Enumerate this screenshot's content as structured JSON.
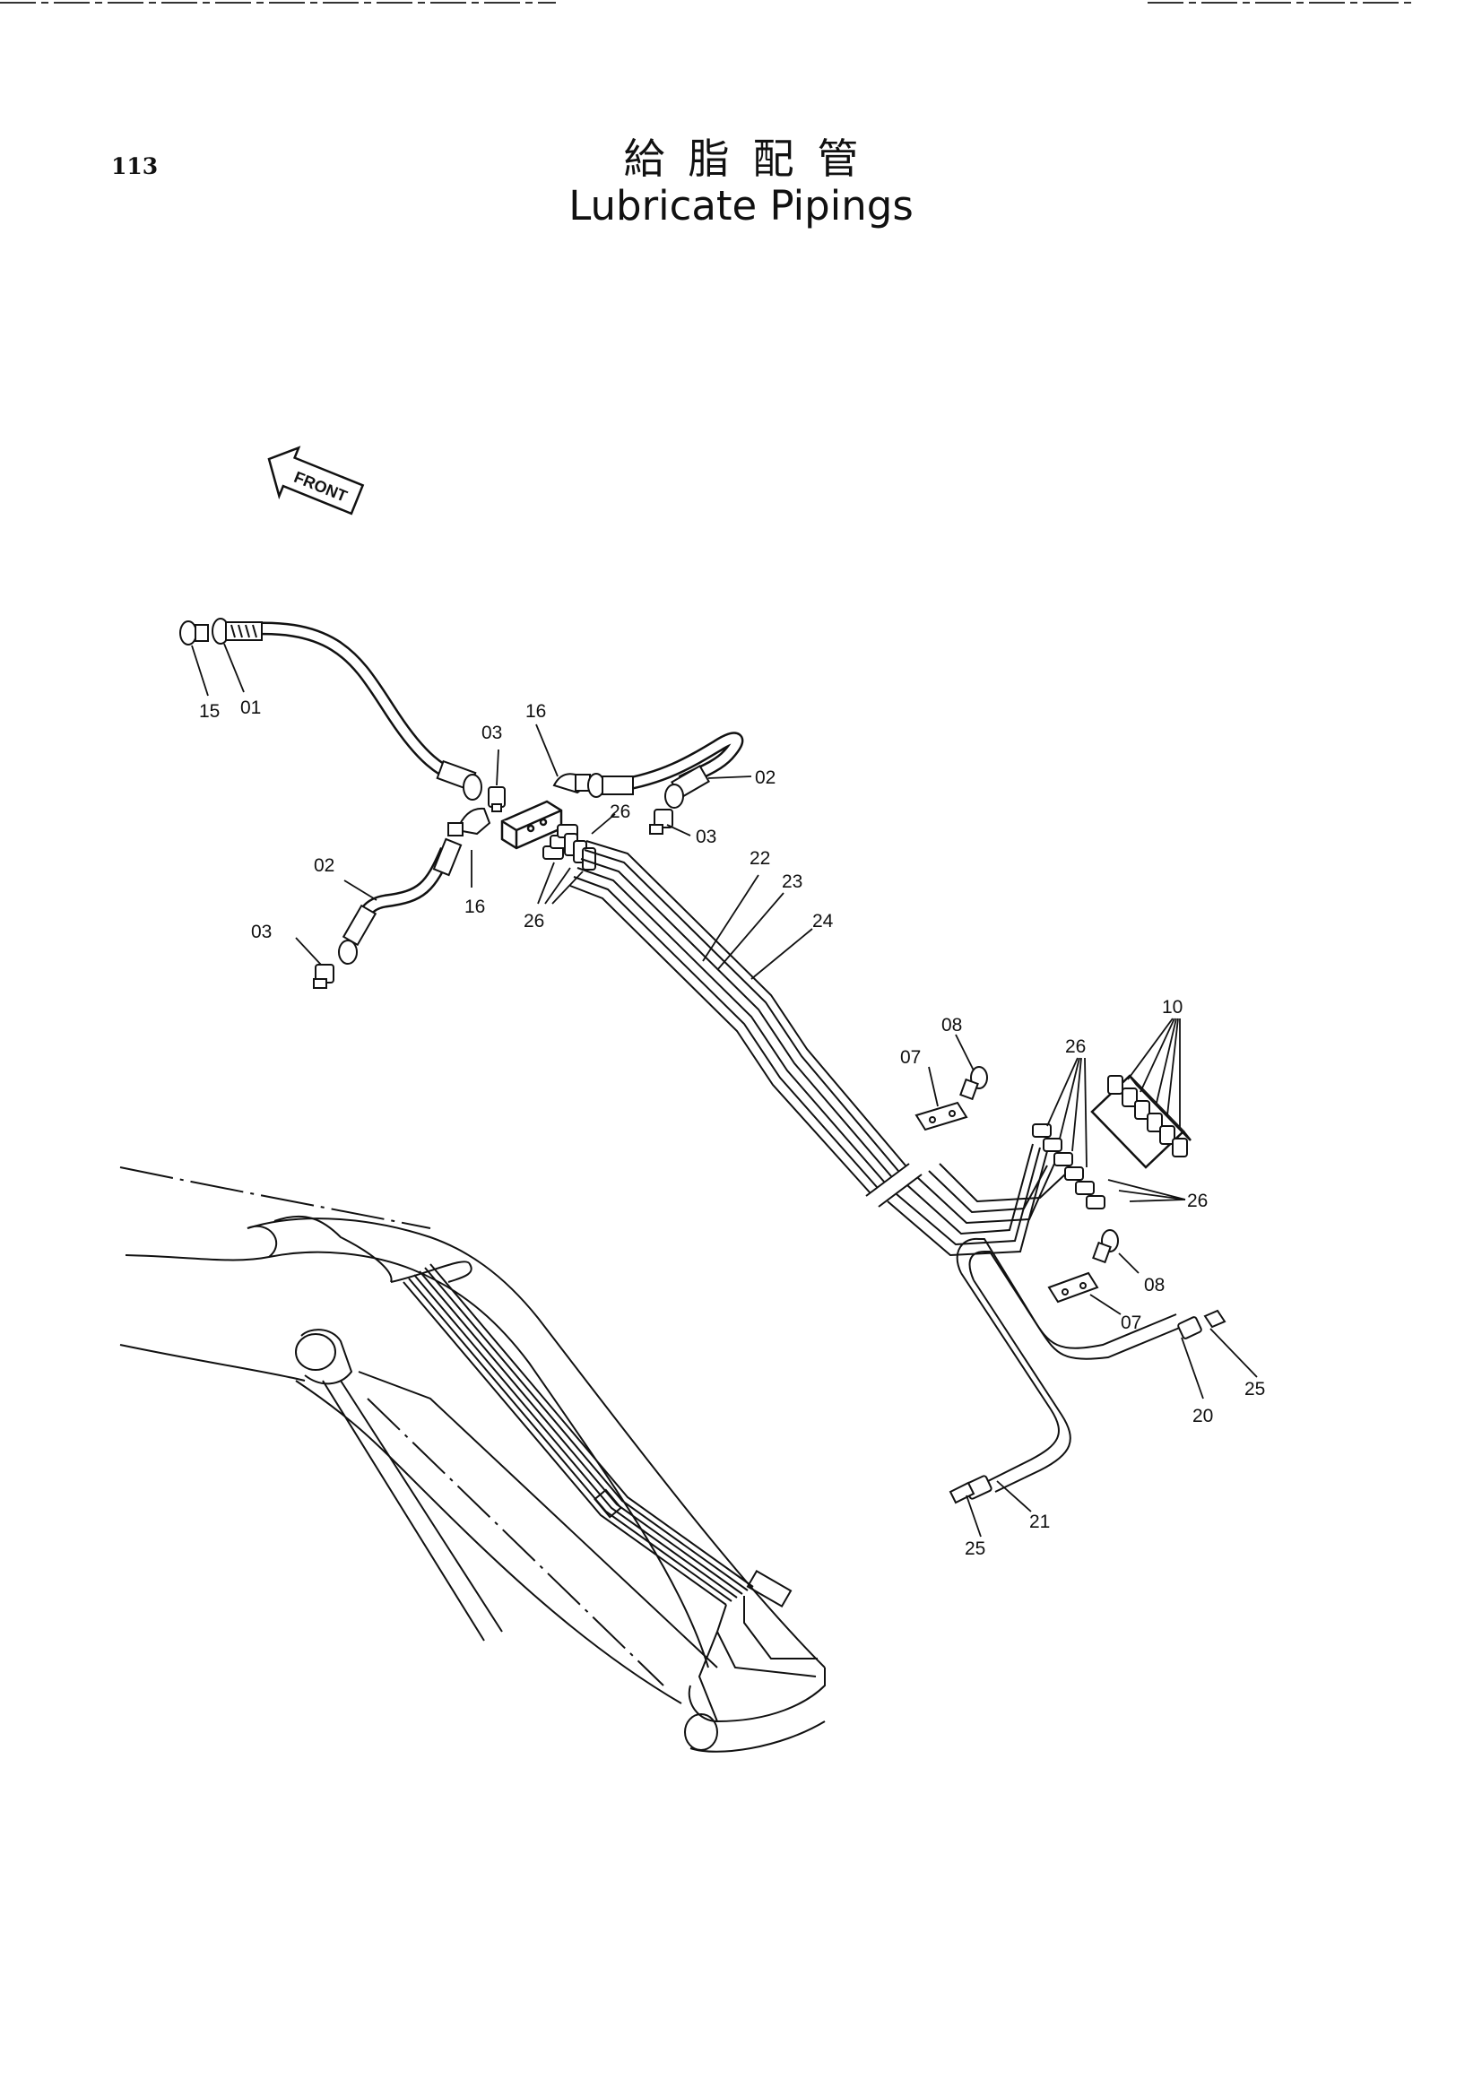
{
  "page_number": "113",
  "title_jp": "給脂配管",
  "title_en": "Lubricate Pipings",
  "front_label": "FRONT",
  "callouts": {
    "c15": "15",
    "c01": "01",
    "c03_top": "03",
    "c16_top": "16",
    "c02_right": "02",
    "c26_block": "26",
    "c03_right": "03",
    "c02_left": "02",
    "c16_bottom": "16",
    "c26_lower": "26",
    "c03_left": "03",
    "c22": "22",
    "c23": "23",
    "c24": "24",
    "c08_top": "08",
    "c07_top": "07",
    "c10": "10",
    "c26_manifold_top": "26",
    "c26_manifold_right": "26",
    "c08_bottom": "08",
    "c07_bottom": "07",
    "c25_right": "25",
    "c20": "20",
    "c21": "21",
    "c25_bottom": "25"
  }
}
